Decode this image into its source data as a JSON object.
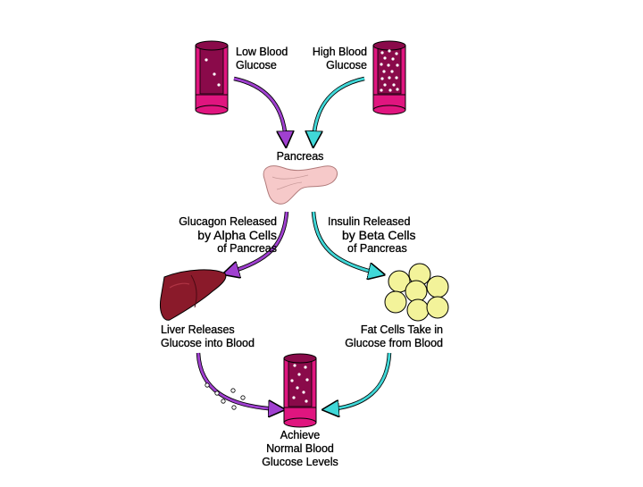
{
  "labels": {
    "low_blood_glucose": [
      "Low Blood",
      "Glucose"
    ],
    "high_blood_glucose": [
      "High Blood",
      "Glucose"
    ],
    "pancreas": "Pancreas",
    "glucagon_released": [
      "Glucagon Released",
      "by Alpha Cells",
      "of Pancreas"
    ],
    "insulin_released": [
      "Insulin Released",
      "by Beta Cells",
      "of Pancreas"
    ],
    "liver_releases": [
      "Liver Releases",
      "Glucose into Blood"
    ],
    "fat_cells_take_in": [
      "Fat Cells Take in",
      "Glucose from Blood"
    ],
    "achieve_normal": [
      "Achieve",
      "Normal Blood",
      "Glucose Levels"
    ]
  },
  "colors": {
    "vessel": "#e0157f",
    "vessel_dark": "#8a0a4a",
    "glucagon_arrow": "#a040d0",
    "insulin_arrow": "#40d8d8",
    "pancreas": "#f6c9c9",
    "liver": "#8a1a2a",
    "fat_cell": "#f3f39a"
  },
  "icons": [
    "blood-vessel-icon",
    "pancreas-icon",
    "liver-icon",
    "fat-cells-icon",
    "glucose-molecule-icon"
  ]
}
